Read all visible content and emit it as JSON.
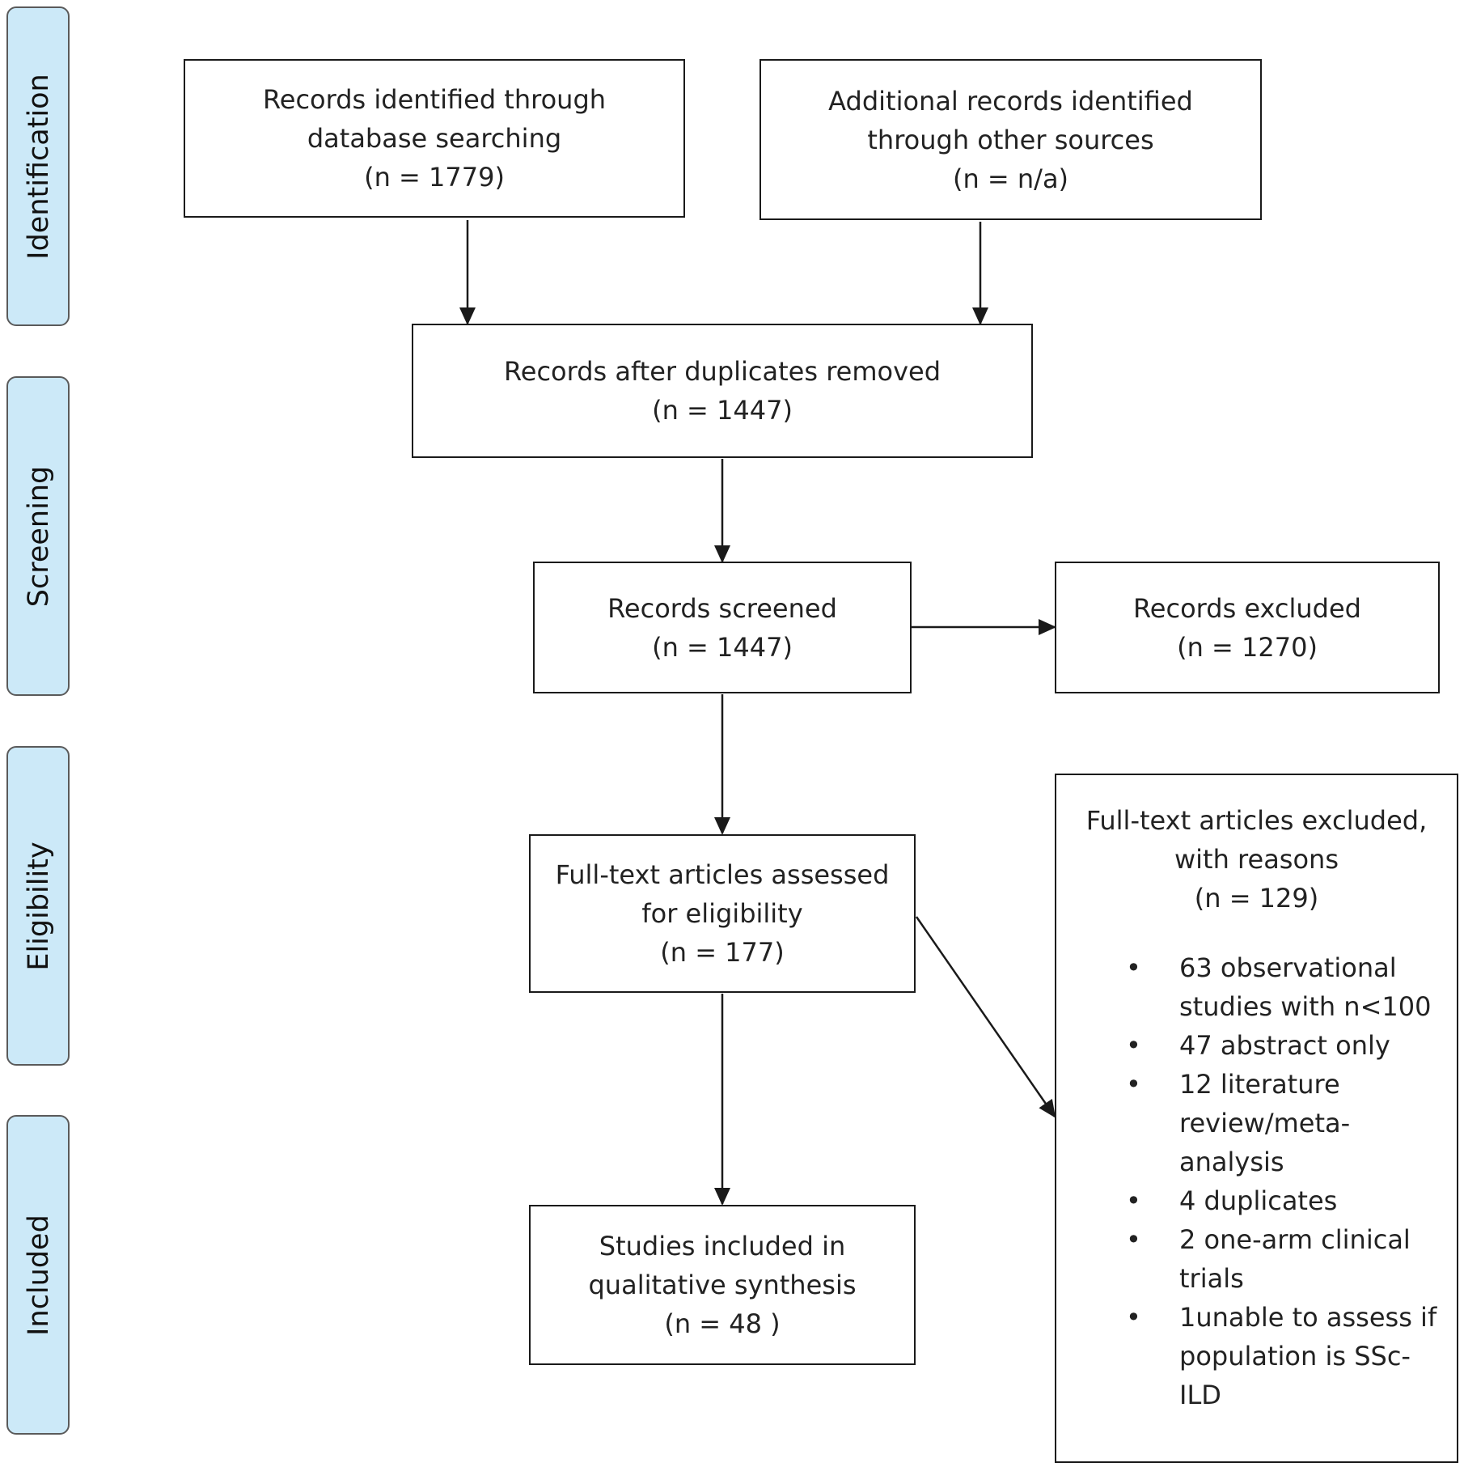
{
  "stages": [
    {
      "id": "identification",
      "label": "Identification"
    },
    {
      "id": "screening",
      "label": "Screening"
    },
    {
      "id": "eligibility",
      "label": "Eligibility"
    },
    {
      "id": "included",
      "label": "Included"
    }
  ],
  "boxes": {
    "database": {
      "lines": [
        "Records identified through",
        "database searching",
        "(n = 1779)"
      ]
    },
    "other_sources": {
      "lines": [
        "Additional records identified",
        "through other sources",
        "(n = n/a)"
      ]
    },
    "after_duplicates": {
      "lines": [
        "Records after duplicates removed",
        "(n = 1447)"
      ]
    },
    "screened": {
      "lines": [
        "Records screened",
        "(n = 1447)"
      ]
    },
    "excluded": {
      "lines": [
        "Records excluded",
        "(n = 1270)"
      ]
    },
    "fulltext": {
      "lines": [
        "Full-text articles assessed",
        "for eligibility",
        "(n = 177)"
      ]
    },
    "included": {
      "lines": [
        "Studies included in",
        "qualitative synthesis",
        "(n = 48 )"
      ]
    },
    "fulltext_excluded": {
      "lines": [
        "Full-text articles excluded,",
        "with reasons",
        "(n = 129)"
      ],
      "reasons": [
        "63 observational studies with n<100",
        "47 abstract only",
        "12 literature review/meta-analysis",
        "4 duplicates",
        "2 one-arm clinical trials",
        "1unable to assess if population is SSc-ILD"
      ]
    }
  },
  "colors": {
    "stage_fill": "#cce9f8",
    "stage_border": "#5a5a5a",
    "box_border": "#1a1a1a",
    "arrow": "#1a1a1a"
  }
}
